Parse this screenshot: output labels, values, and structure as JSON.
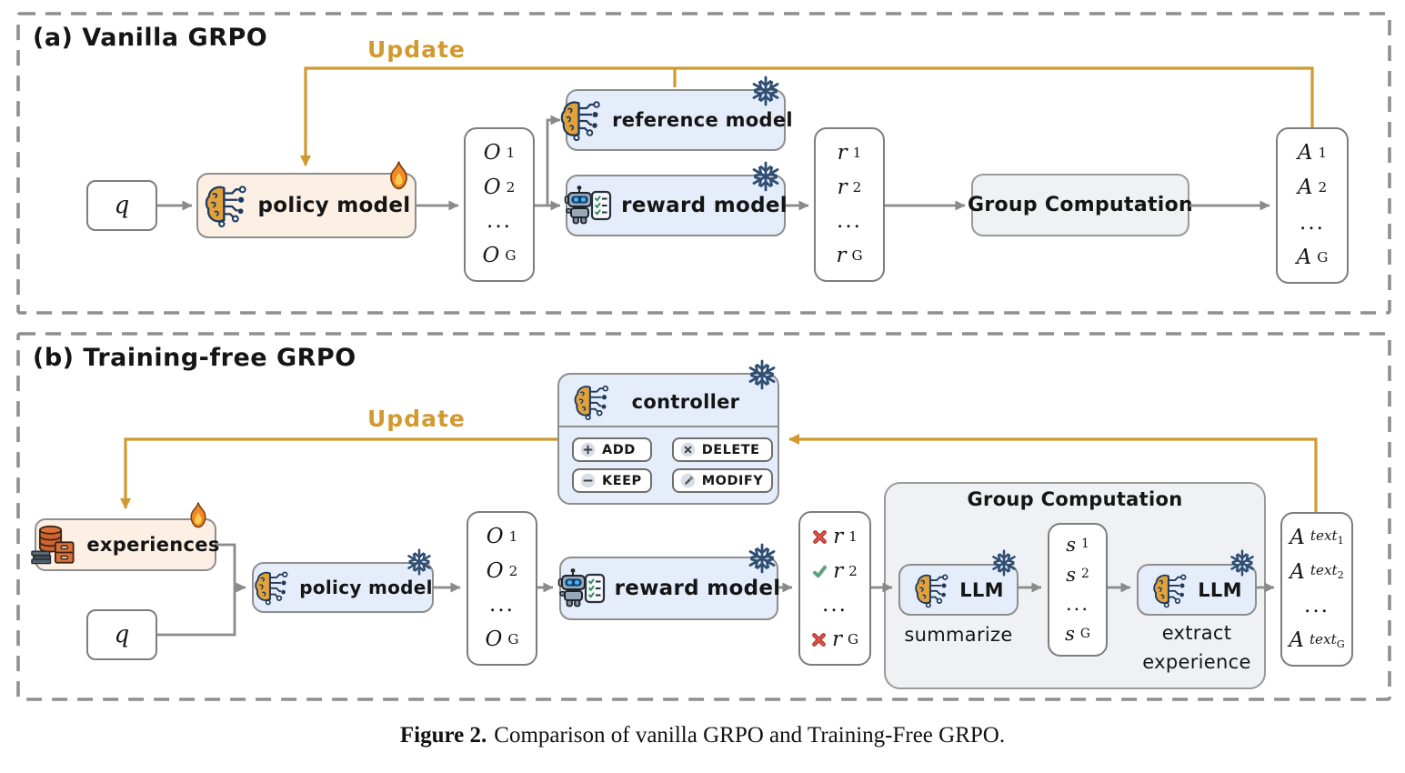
{
  "figure": {
    "caption_prefix": "Figure 2.",
    "caption_text": "Comparison of vanilla GRPO and Training-Free GRPO."
  },
  "colors": {
    "accent_orange": "#d2992f",
    "frozen_box_blue": "#e6edfa",
    "trainable_box_peach": "#fcefe4",
    "neutral_box_gray": "#eff1f4",
    "border_gray": "#8e8e8e",
    "wire_gray": "#8a8a8a",
    "check_green": "#45a86b",
    "cross_red": "#d9483b",
    "snowflake_navy": "#2e4e73"
  },
  "icons": {
    "flame-icon": "fire = trainable/updated module",
    "snowflake-icon": "snowflake = frozen module",
    "brain-circuit-icon": "AI model brain with circuits",
    "robot-checklist-icon": "robot with checklist (reward model)",
    "database-books-icon": "database stack, cabinet and books (experience library)",
    "check-icon": "green check mark",
    "cross-icon": "red cross mark",
    "plus-icon": "+",
    "minus-icon": "-",
    "x-icon": "x",
    "pencil-icon": "pencil"
  },
  "panel_a": {
    "title": "(a) Vanilla GRPO",
    "update_label": "Update",
    "query_label": "q",
    "policy_model_label": "policy model",
    "reference_model_label": "reference model",
    "reward_model_label": "reward model",
    "group_computation_label": "Group Computation",
    "outputs": [
      {
        "base": "O",
        "sub": "1"
      },
      {
        "base": "O",
        "sub": "2"
      },
      {
        "dots": "..."
      },
      {
        "base": "O",
        "sub": "G"
      }
    ],
    "rewards": [
      {
        "base": "r",
        "sub": "1"
      },
      {
        "base": "r",
        "sub": "2"
      },
      {
        "dots": "..."
      },
      {
        "base": "r",
        "sub": "G"
      }
    ],
    "advantages": [
      {
        "base": "A",
        "sub": "1"
      },
      {
        "base": "A",
        "sub": "2"
      },
      {
        "dots": "..."
      },
      {
        "base": "A",
        "sub": "G"
      }
    ]
  },
  "panel_b": {
    "title": "(b) Training-free GRPO",
    "update_label": "Update",
    "experiences_label": "experiences",
    "query_label": "q",
    "policy_model_label": "policy model",
    "reward_model_label": "reward model",
    "controller": {
      "label": "controller",
      "actions": [
        {
          "label": "ADD",
          "icon": "plus-icon"
        },
        {
          "label": "DELETE",
          "icon": "x-icon"
        },
        {
          "label": "KEEP",
          "icon": "minus-icon"
        },
        {
          "label": "MODIFY",
          "icon": "pencil-icon"
        }
      ]
    },
    "group_computation_label": "Group Computation",
    "llm_summarize": {
      "label": "LLM",
      "caption": "summarize"
    },
    "llm_extract": {
      "label": "LLM",
      "caption_line1": "extract",
      "caption_line2": "experience"
    },
    "outputs": [
      {
        "base": "O",
        "sub": "1"
      },
      {
        "base": "O",
        "sub": "2"
      },
      {
        "dots": "..."
      },
      {
        "base": "O",
        "sub": "G"
      }
    ],
    "rewards": [
      {
        "mark": "cross",
        "base": "r",
        "sub": "1"
      },
      {
        "mark": "check",
        "base": "r",
        "sub": "2"
      },
      {
        "dots": "..."
      },
      {
        "mark": "cross",
        "base": "r",
        "sub": "G"
      }
    ],
    "summaries": [
      {
        "base": "s",
        "sub": "1"
      },
      {
        "base": "s",
        "sub": "2"
      },
      {
        "dots": "..."
      },
      {
        "base": "s",
        "sub": "G"
      }
    ],
    "advantages": [
      {
        "base": "A",
        "sub": "text",
        "subsub": "1"
      },
      {
        "base": "A",
        "sub": "text",
        "subsub": "2"
      },
      {
        "dots": "..."
      },
      {
        "base": "A",
        "sub": "text",
        "subsub": "G"
      }
    ]
  }
}
